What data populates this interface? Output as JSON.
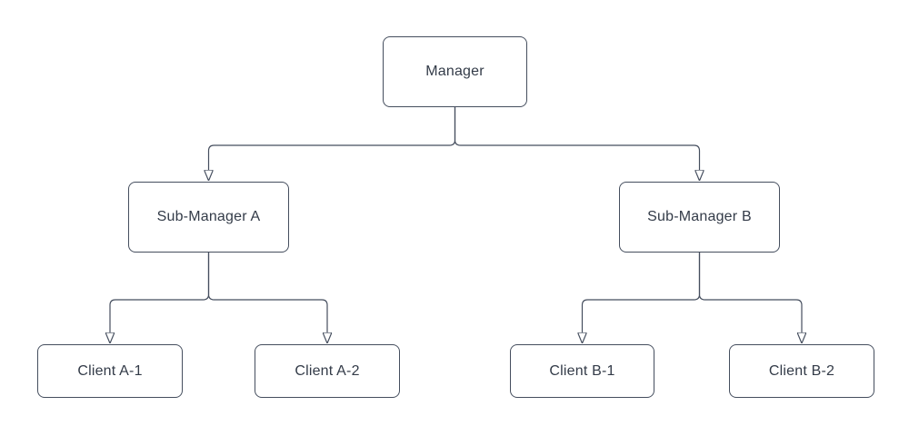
{
  "diagram": {
    "type": "tree",
    "background": "#ffffff",
    "colors": {
      "line": "#454e5e",
      "box_border": "#454e5e",
      "box_fill": "#ffffff",
      "text": "#333b48"
    },
    "nodes": [
      {
        "id": "manager",
        "label": "Manager",
        "level": 0
      },
      {
        "id": "sub-manager-a",
        "label": "Sub-Manager A",
        "level": 1
      },
      {
        "id": "sub-manager-b",
        "label": "Sub-Manager B",
        "level": 1
      },
      {
        "id": "client-a-1",
        "label": "Client A-1",
        "level": 2
      },
      {
        "id": "client-a-2",
        "label": "Client A-2",
        "level": 2
      },
      {
        "id": "client-b-1",
        "label": "Client B-1",
        "level": 2
      },
      {
        "id": "client-b-2",
        "label": "Client B-2",
        "level": 2
      }
    ],
    "edges": [
      {
        "from": "manager",
        "to": "sub-manager-a",
        "arrow": "filled-triangle"
      },
      {
        "from": "manager",
        "to": "sub-manager-b",
        "arrow": "filled-triangle"
      },
      {
        "from": "sub-manager-a",
        "to": "client-a-1",
        "arrow": "filled-triangle"
      },
      {
        "from": "sub-manager-a",
        "to": "client-a-2",
        "arrow": "filled-triangle"
      },
      {
        "from": "sub-manager-b",
        "to": "client-b-1",
        "arrow": "filled-triangle"
      },
      {
        "from": "sub-manager-b",
        "to": "client-b-2",
        "arrow": "filled-triangle"
      }
    ]
  }
}
